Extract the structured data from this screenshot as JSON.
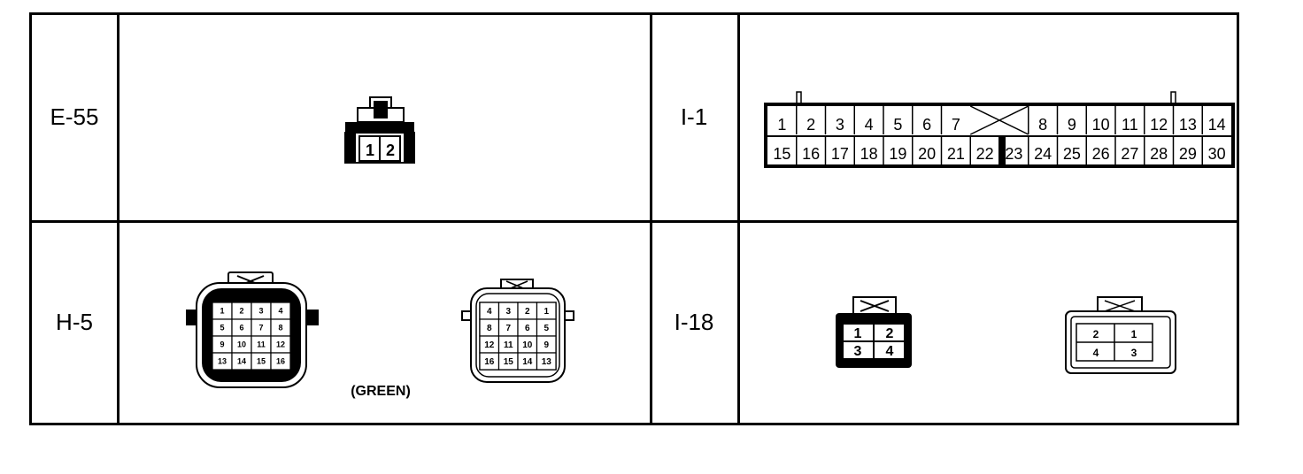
{
  "connectors": {
    "e55": {
      "id": "E-55",
      "pins": [
        "1",
        "2"
      ]
    },
    "i1": {
      "id": "I-1",
      "row1": [
        "1",
        "2",
        "3",
        "4",
        "5",
        "6",
        "7",
        "",
        "8",
        "9",
        "10",
        "11",
        "12",
        "13",
        "14"
      ],
      "row2": [
        "15",
        "16",
        "17",
        "18",
        "19",
        "20",
        "21",
        "22",
        "23",
        "24",
        "25",
        "26",
        "27",
        "28",
        "29",
        "30"
      ]
    },
    "h5": {
      "id": "H-5",
      "color_note": "(GREEN)",
      "left_pins": [
        "1",
        "2",
        "3",
        "4",
        "5",
        "6",
        "7",
        "8",
        "9",
        "10",
        "11",
        "12",
        "13",
        "14",
        "15",
        "16"
      ],
      "right_pins": [
        "4",
        "3",
        "2",
        "1",
        "8",
        "7",
        "6",
        "5",
        "12",
        "11",
        "10",
        "9",
        "16",
        "15",
        "14",
        "13"
      ]
    },
    "i18": {
      "id": "I-18",
      "left_pins": [
        "1",
        "2",
        "3",
        "4"
      ],
      "right_pins": [
        "2",
        "1",
        "4",
        "3"
      ]
    }
  }
}
